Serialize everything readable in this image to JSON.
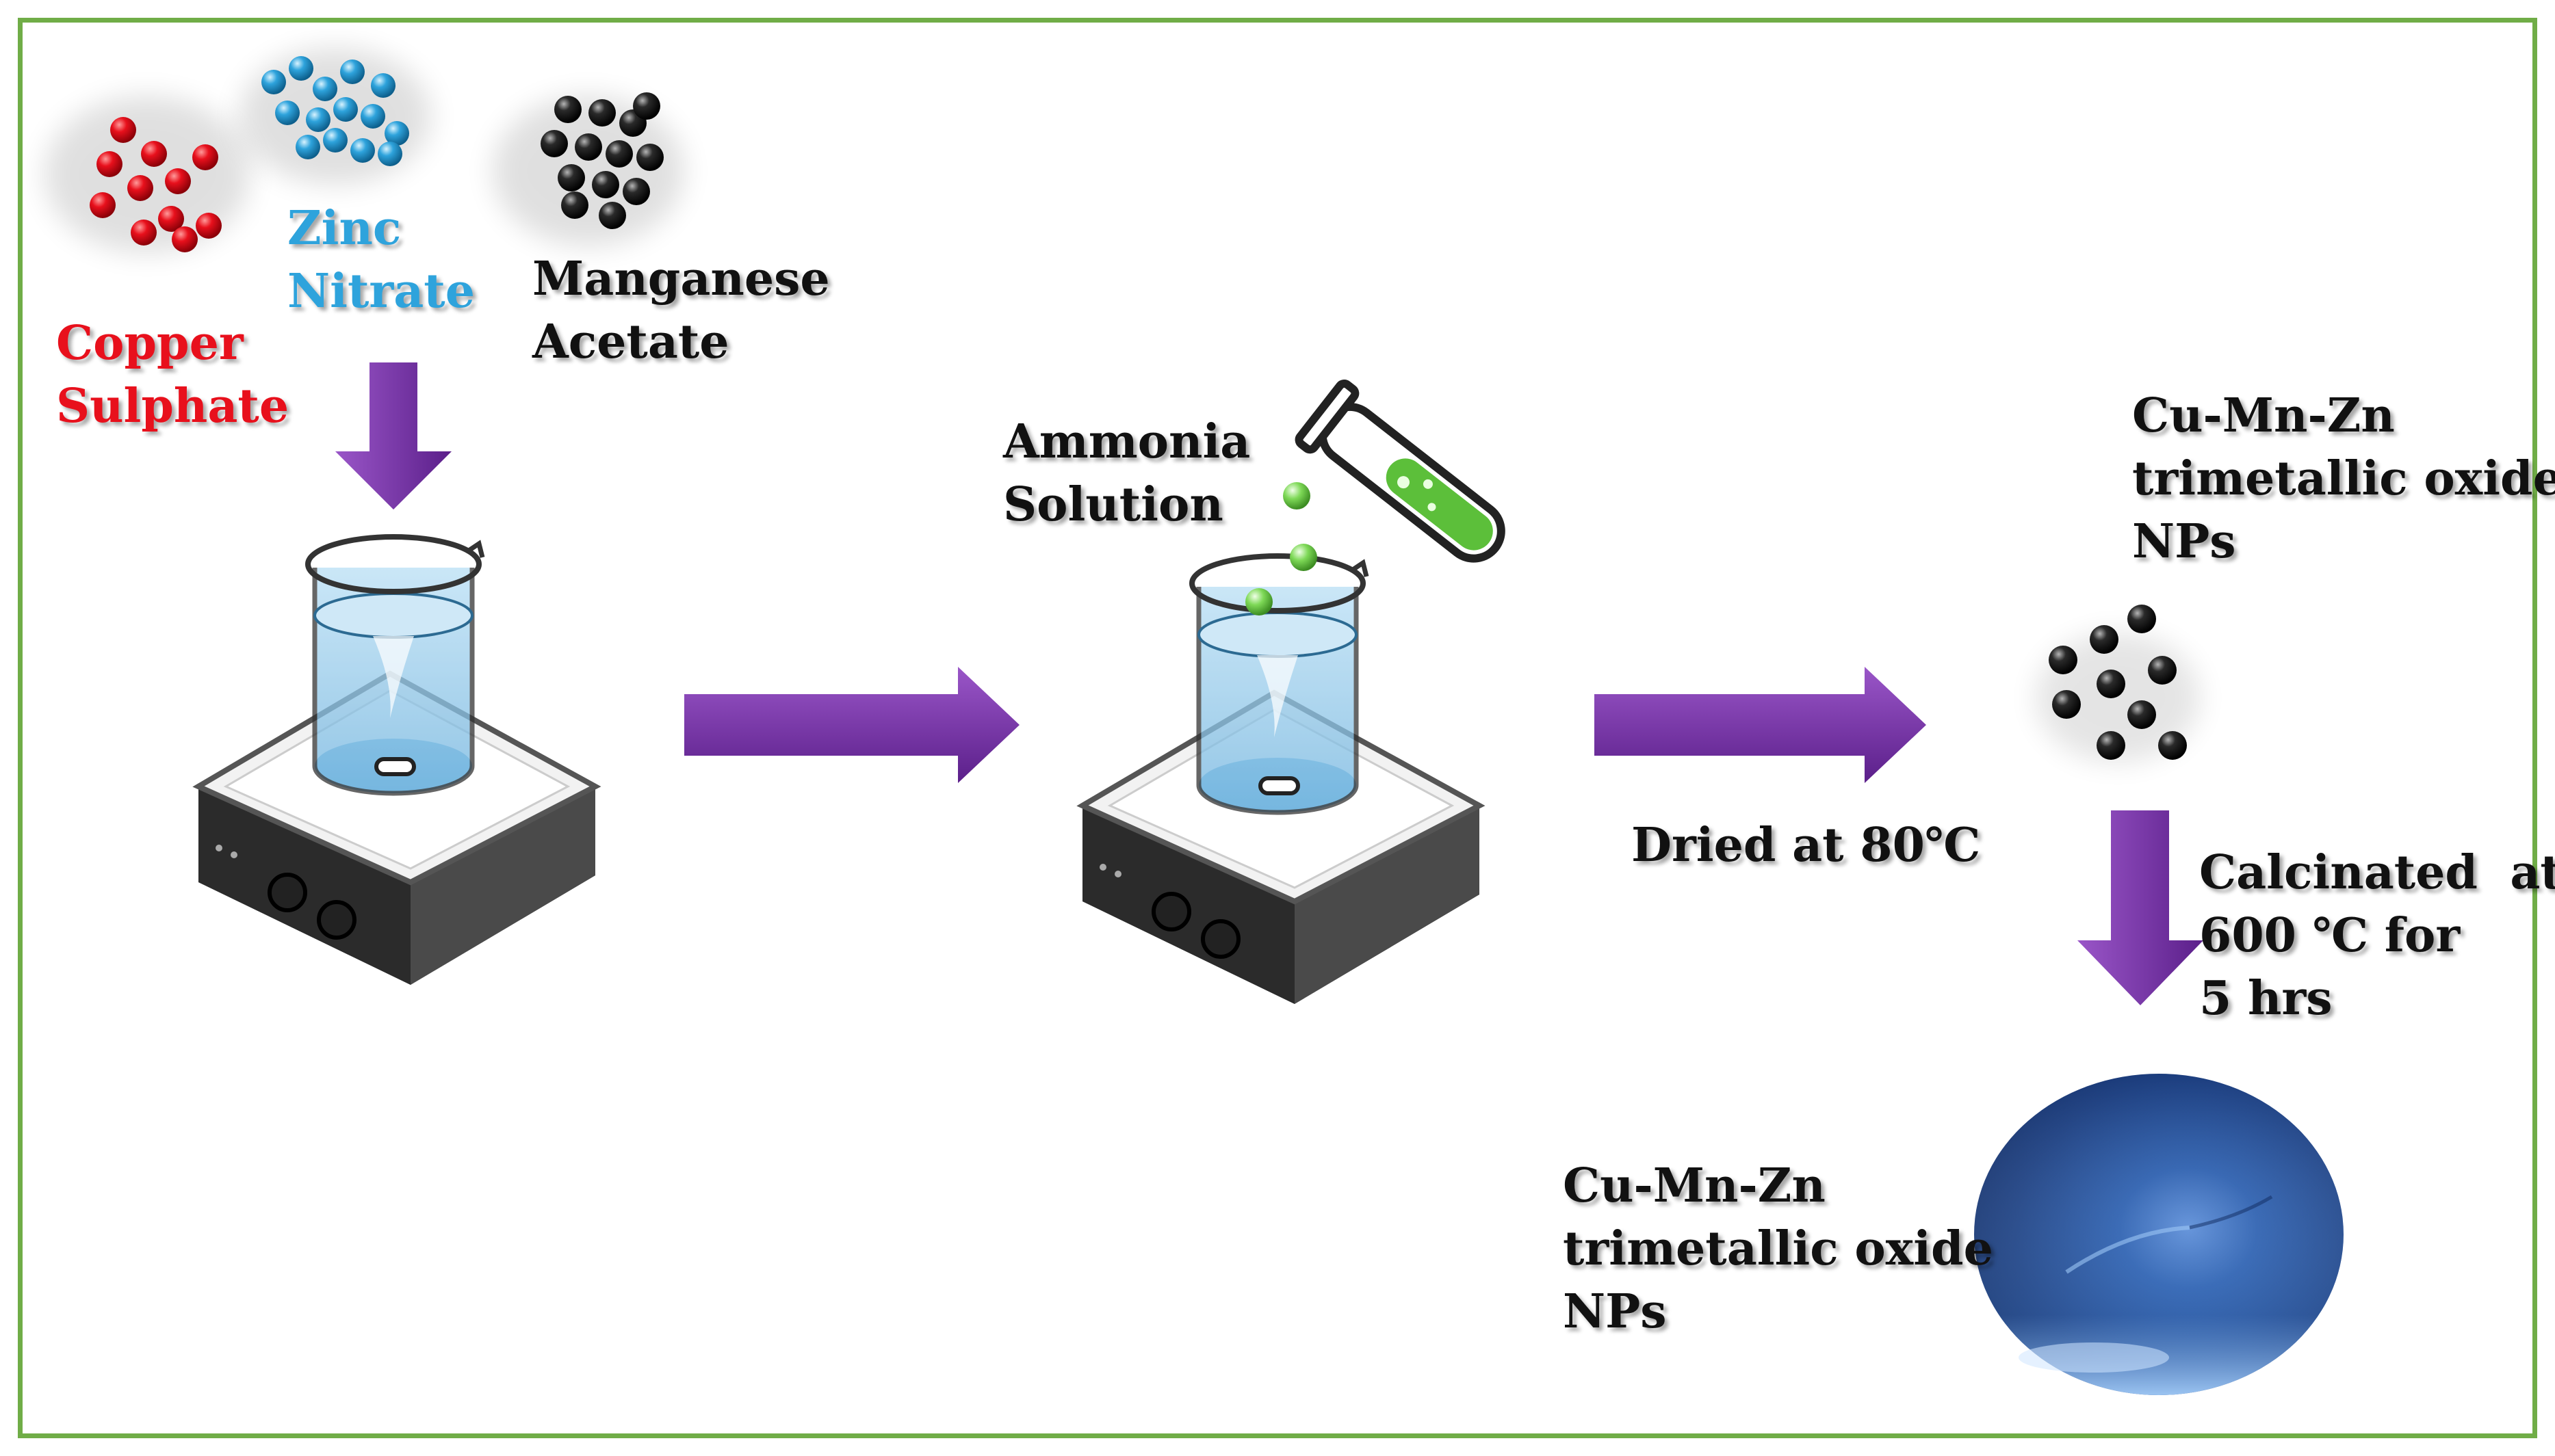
{
  "reactants": {
    "copper": {
      "line1": "Copper",
      "line2": "Sulphate"
    },
    "zinc": {
      "line1": "Zinc",
      "line2": "Nitrate"
    },
    "manganese": {
      "line1": "Manganese",
      "line2": "Acetate"
    }
  },
  "ammonia": {
    "line1": "Ammonia",
    "line2": "Solution"
  },
  "dried_step": "Dried at 80℃",
  "np_top": {
    "line1": "Cu-Mn-Zn",
    "line2": "trimetallic oxide",
    "line3": "NPs"
  },
  "calcination": {
    "line1": "Calcinated  at",
    "line2": "600 ℃ for",
    "line3": "5 hrs"
  },
  "np_bottom": {
    "line1": "Cu-Mn-Zn",
    "line2": "trimetallic oxide",
    "line3": "NPs"
  },
  "colors": {
    "border": "#70ad47",
    "arrow": "#7030a0",
    "copper": "#e8101c",
    "zinc": "#2ea3dc",
    "manganese": "#111111",
    "ammonia_drops": "#7ed957",
    "sphere": "#2d5fae"
  }
}
